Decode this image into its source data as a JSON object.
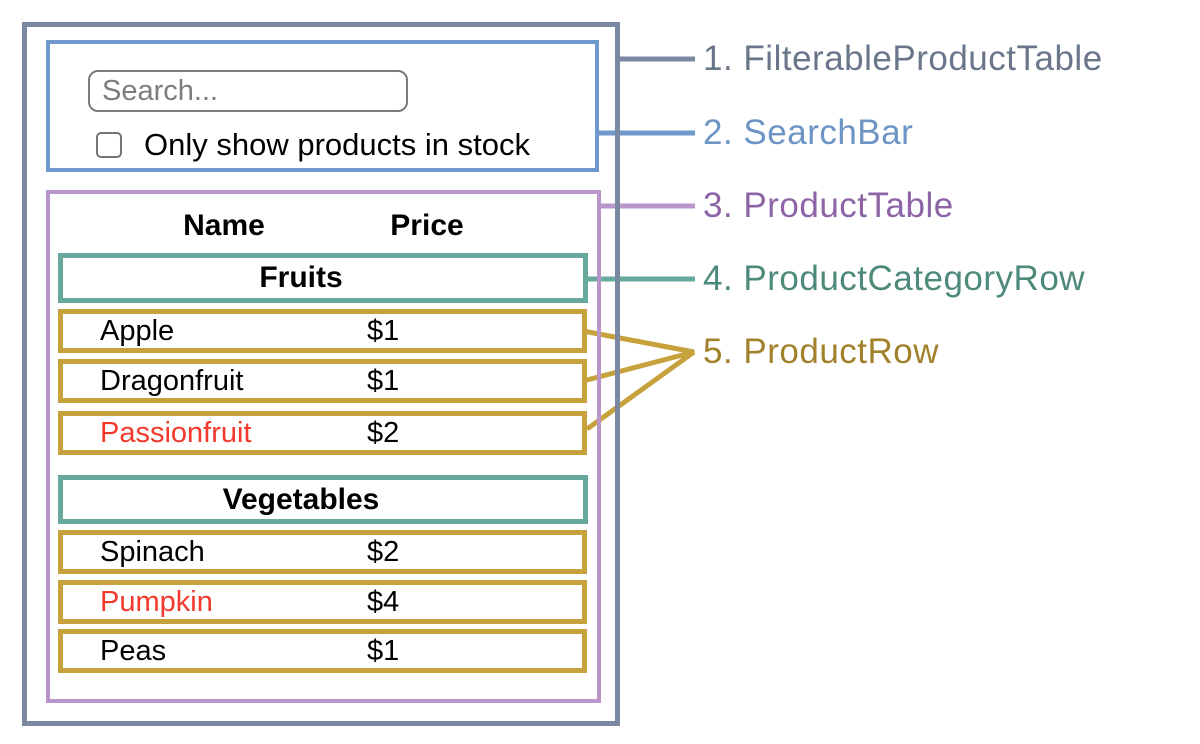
{
  "colors": {
    "filterable_product_table": "#7b88a2",
    "filterable_product_table_text": "#6a7689",
    "search_bar": "#6f99cd",
    "search_bar_text": "#6c94c4",
    "product_table": "#b995cc",
    "product_table_text": "#8d64a6",
    "product_category_row": "#67aa9d",
    "product_category_row_text": "#4e8a7c",
    "product_row": "#c7a23c",
    "product_row_text": "#a2812c",
    "out_of_stock_red": "#f2392c",
    "in_stock_black": "#000000"
  },
  "search_bar": {
    "placeholder": "Search...",
    "checkbox_label": "Only show products in stock",
    "checkbox_checked": false
  },
  "product_table": {
    "columns": [
      "Name",
      "Price"
    ],
    "sections": [
      {
        "category": "Fruits",
        "rows": [
          {
            "name": "Apple",
            "price": "$1",
            "name_color": "#000000"
          },
          {
            "name": "Dragonfruit",
            "price": "$1",
            "name_color": "#000000"
          },
          {
            "name": "Passionfruit",
            "price": "$2",
            "name_color": "#f2392c"
          }
        ]
      },
      {
        "category": "Vegetables",
        "rows": [
          {
            "name": "Spinach",
            "price": "$2",
            "name_color": "#000000"
          },
          {
            "name": "Pumpkin",
            "price": "$4",
            "name_color": "#f2392c"
          },
          {
            "name": "Peas",
            "price": "$1",
            "name_color": "#000000"
          }
        ]
      }
    ]
  },
  "annotations": [
    {
      "label": "1. FilterableProductTable"
    },
    {
      "label": "2. SearchBar"
    },
    {
      "label": "3. ProductTable"
    },
    {
      "label": "4. ProductCategoryRow"
    },
    {
      "label": "5. ProductRow"
    }
  ]
}
